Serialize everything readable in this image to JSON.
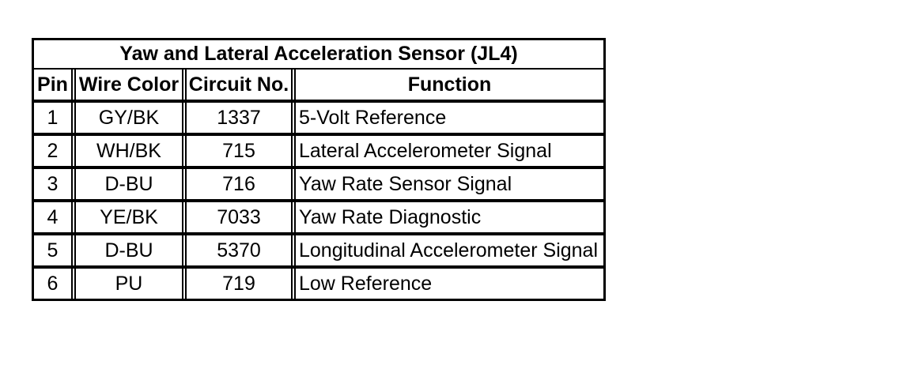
{
  "table": {
    "title": "Yaw and Lateral Acceleration Sensor (JL4)",
    "headers": {
      "pin": "Pin",
      "wire_color": "Wire Color",
      "circuit_no": "Circuit No.",
      "function": "Function"
    },
    "rows": [
      {
        "pin": "1",
        "wire_color": "GY/BK",
        "circuit_no": "1337",
        "function": "5-Volt Reference"
      },
      {
        "pin": "2",
        "wire_color": "WH/BK",
        "circuit_no": "715",
        "function": "Lateral Accelerometer Signal"
      },
      {
        "pin": "3",
        "wire_color": "D-BU",
        "circuit_no": "716",
        "function": "Yaw Rate Sensor Signal"
      },
      {
        "pin": "4",
        "wire_color": "YE/BK",
        "circuit_no": "7033",
        "function": "Yaw Rate Diagnostic"
      },
      {
        "pin": "5",
        "wire_color": "D-BU",
        "circuit_no": "5370",
        "function": "Longitudinal Accelerometer Signal"
      },
      {
        "pin": "6",
        "wire_color": "PU",
        "circuit_no": "719",
        "function": "Low Reference"
      }
    ],
    "colors": {
      "border": "#000000",
      "background": "#ffffff",
      "text": "#000000"
    }
  }
}
